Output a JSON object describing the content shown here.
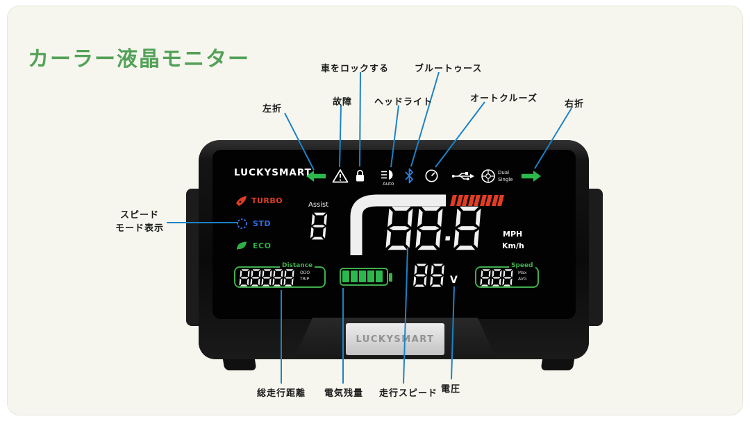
{
  "page": {
    "title": "カーラー液晶モニター"
  },
  "colors": {
    "title_green": "#53a158",
    "annotation_blue": "#1d82c6",
    "lcd_green": "#3fae4d",
    "lcd_red": "#e23c25",
    "lcd_blue": "#2e6fe3",
    "panel_bg": "#f6f6ee"
  },
  "icons": {
    "top_row": [
      "left-turn-arrow-icon",
      "warning-triangle-icon",
      "lock-icon",
      "headlight-icon",
      "bluetooth-icon",
      "auto-cruise-icon",
      "usb-icon",
      "wheel-mode-icon",
      "right-turn-arrow-icon"
    ],
    "mode_column": [
      "rocket-icon",
      "dashed-circle-icon",
      "leaf-icon"
    ]
  },
  "annotations": {
    "left_turn": "左折",
    "malfunction": "故障",
    "lock_bike": "車をロックする",
    "headlight": "ヘッドライト",
    "bluetooth": "ブルートゥース",
    "auto_cruise": "オートクルーズ",
    "right_turn": "右折",
    "speed_mode_line1": "スピード",
    "speed_mode_line2": "モード表示",
    "total_distance": "総走行距離",
    "battery_level": "電気残量",
    "riding_speed": "走行スピード",
    "voltage": "電圧"
  },
  "display": {
    "brand": "LUCKYSMART",
    "brand_bottom": "LUCKYSMART",
    "modes": {
      "turbo": "TURBO",
      "std": "STD",
      "eco": "ECO"
    },
    "assist_label": "Assist",
    "assist_value": "8",
    "speed_value": "88.8",
    "unit_mph": "MPH",
    "unit_kmh": "Km/h",
    "headlight_auto": "Auto",
    "wheel_dual": "Dual",
    "wheel_single": "Single",
    "gauge_segments": 9,
    "battery_bars": 5,
    "distance": {
      "label": "Distance",
      "value": "88888",
      "sub1": "ODO",
      "sub2": "TRIP"
    },
    "voltage_value": "88",
    "voltage_unit": "V",
    "speed_box": {
      "label": "Speed",
      "value": "888",
      "sub1": "Max",
      "sub2": "AVG"
    }
  }
}
